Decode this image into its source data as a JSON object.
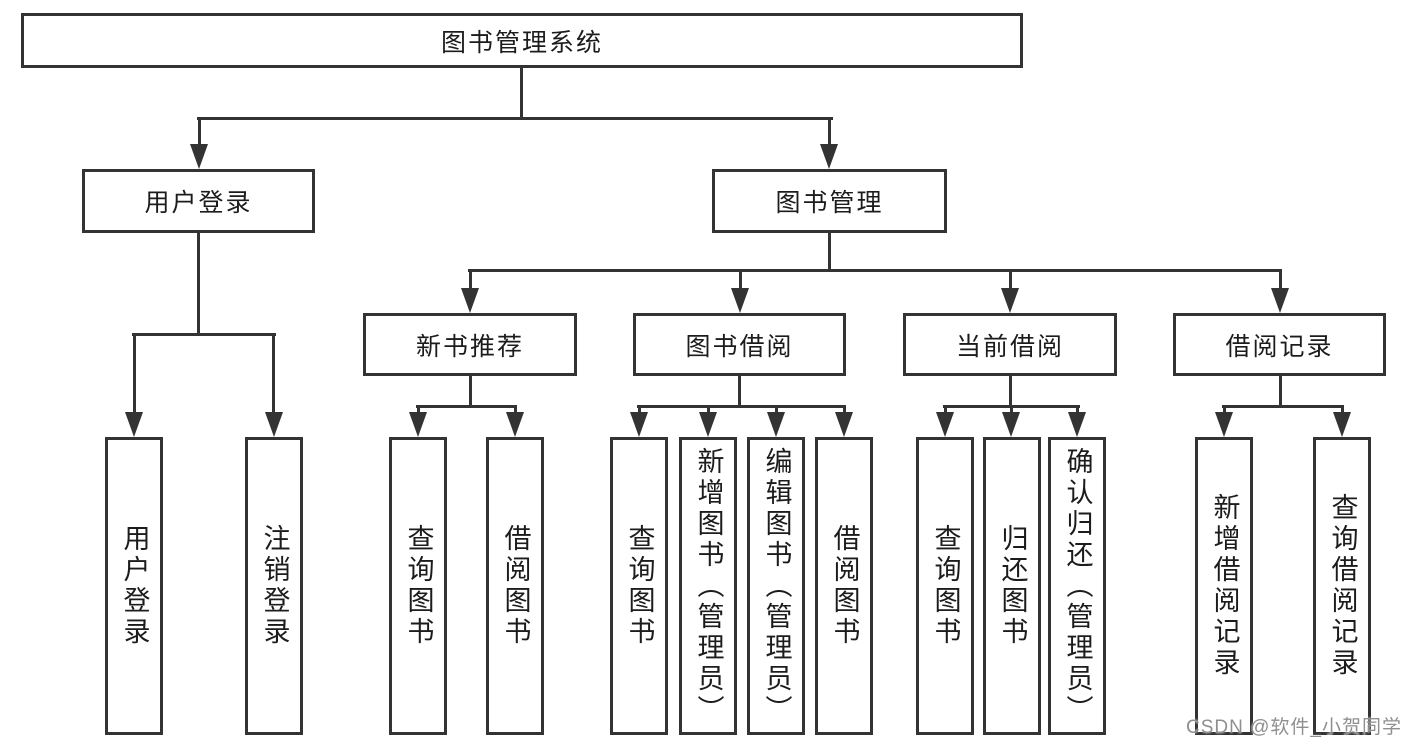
{
  "tree": {
    "label": "图书管理系统",
    "children": [
      {
        "label": "用户登录",
        "children": [
          {
            "label": "用户登录"
          },
          {
            "label": "注销登录"
          }
        ]
      },
      {
        "label": "图书管理",
        "children": [
          {
            "label": "新书推荐",
            "children": [
              {
                "label": "查询图书"
              },
              {
                "label": "借阅图书"
              }
            ]
          },
          {
            "label": "图书借阅",
            "children": [
              {
                "label": "查询图书"
              },
              {
                "label": "新增图书（管理员）"
              },
              {
                "label": "编辑图书（管理员）"
              },
              {
                "label": "借阅图书"
              }
            ]
          },
          {
            "label": "当前借阅",
            "children": [
              {
                "label": "查询图书"
              },
              {
                "label": "归还图书"
              },
              {
                "label": "确认归还（管理员）"
              }
            ]
          },
          {
            "label": "借阅记录",
            "children": [
              {
                "label": "新增借阅记录"
              },
              {
                "label": "查询借阅记录"
              }
            ]
          }
        ]
      }
    ]
  },
  "watermark": "CSDN @软件_小贺同学",
  "colors": {
    "line": "#333333",
    "text": "#1c1c1c",
    "watermark": "#8f8f8f",
    "background": "#ffffff"
  }
}
